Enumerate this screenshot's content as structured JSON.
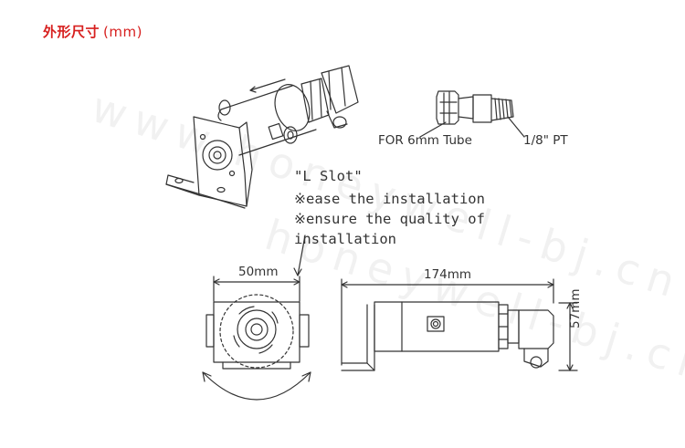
{
  "header": {
    "title": "外形尺寸",
    "unit": "(mm)"
  },
  "fitting": {
    "tube_label": "FOR 6mm Tube",
    "thread_label": "1/8\" PT"
  },
  "annotation": {
    "slot_label": "\"L Slot\"",
    "line1": "※ease the installation",
    "line2": "※ensure the quality of",
    "line3": "installation"
  },
  "dimensions": {
    "width": "50mm",
    "length": "174mm",
    "height": "57mm"
  },
  "watermark": {
    "text1": "www.honeywell-bj.cn",
    "text2": "honeywell-bj.cn"
  },
  "colors": {
    "title": "#d7201f",
    "line": "#333333"
  }
}
